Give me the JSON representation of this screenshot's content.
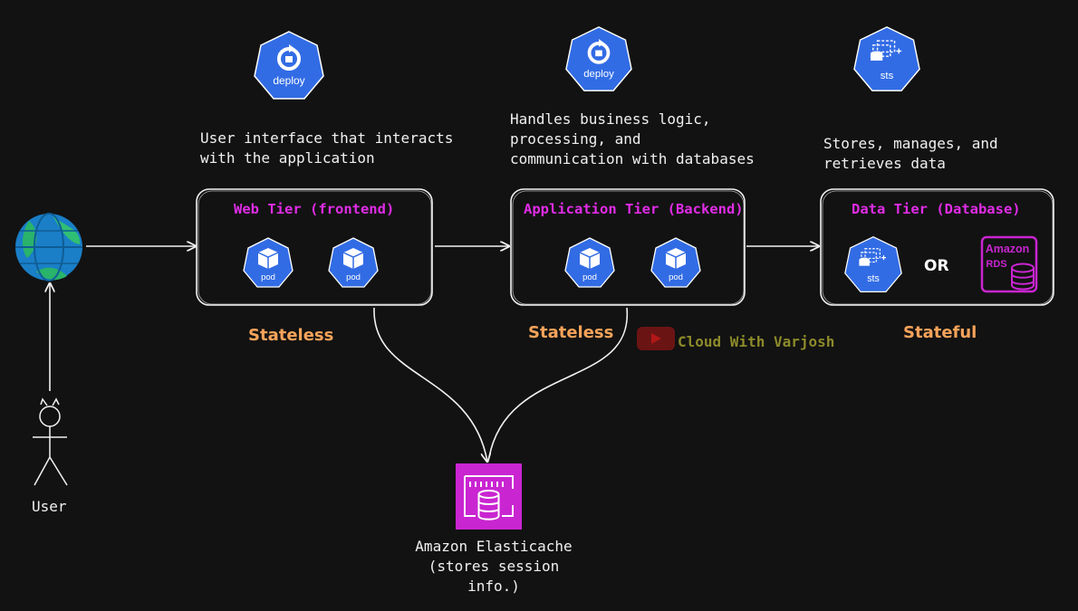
{
  "colors": {
    "background": "#121212",
    "k8s_blue": "#326ce5",
    "tier_title": "#e02ce6",
    "state_label": "#f7a35a",
    "aws_magenta": "#c925d1",
    "youtube_red": "#6b1414",
    "channel_text": "#8c8a2a"
  },
  "icons": {
    "web_deploy": "deploy",
    "app_deploy": "deploy",
    "data_sts": "sts",
    "pod": "pod",
    "db_sts": "sts"
  },
  "descriptions": {
    "web": "User interface that interacts\nwith the application",
    "app": "Handles business logic,\nprocessing, and\ncommunication with databases",
    "data": "Stores, manages, and\nretrieves data"
  },
  "tiers": {
    "web": {
      "title": "Web Tier (frontend)",
      "state": "Stateless"
    },
    "app": {
      "title": "Application Tier (Backend)",
      "state": "Stateless"
    },
    "data": {
      "title": "Data Tier (Database)",
      "state": "Stateful",
      "or_label": "OR"
    }
  },
  "rds": {
    "line1": "Amazon",
    "line2": "RDS"
  },
  "user": {
    "label": "User"
  },
  "cache": {
    "label": "Amazon Elasticache\n(stores session\ninfo.)"
  },
  "channel": {
    "name": "Cloud With Varjosh"
  }
}
